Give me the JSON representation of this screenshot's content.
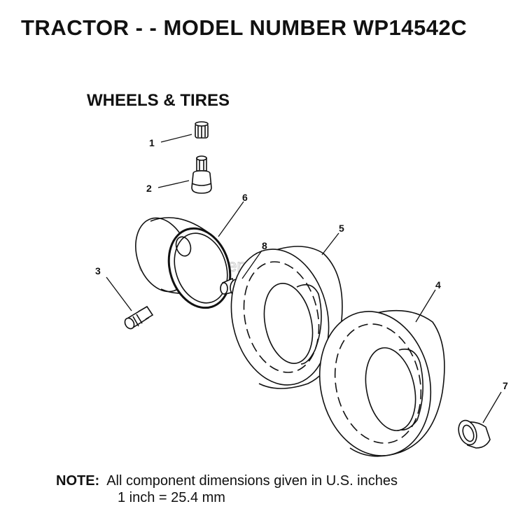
{
  "title": "TRACTOR - - MODEL NUMBER WP14542C",
  "section_title": "WHEELS & TIRES",
  "watermark": "eReplacementParts.com",
  "callouts": {
    "c1": "1",
    "c2": "2",
    "c3": "3",
    "c4": "4",
    "c5": "5",
    "c6": "6",
    "c7": "7",
    "c8": "8"
  },
  "note": {
    "label": "NOTE:",
    "line1": "All component dimensions given in U.S. inches",
    "line2": "1 inch = 25.4 mm"
  }
}
